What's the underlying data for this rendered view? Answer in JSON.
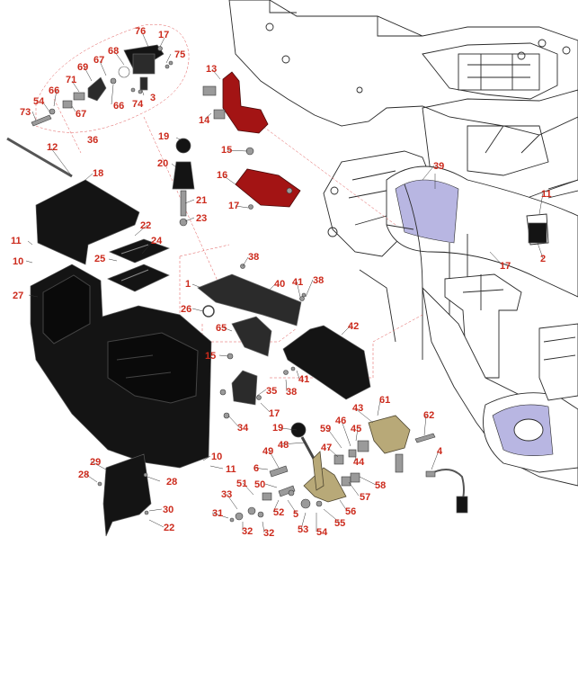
{
  "diagram": {
    "callout_color": "#cc2a1c",
    "part_numbers": [
      "76",
      "17",
      "68",
      "75",
      "67",
      "69",
      "71",
      "3",
      "66",
      "74",
      "54",
      "66",
      "73",
      "67",
      "36",
      "13",
      "14",
      "12",
      "19",
      "15",
      "20",
      "16",
      "18",
      "21",
      "23",
      "17",
      "22",
      "11",
      "24",
      "10",
      "25",
      "27",
      "38",
      "40",
      "41",
      "38",
      "1",
      "26",
      "65",
      "42",
      "15",
      "35",
      "41",
      "38",
      "17",
      "34",
      "39",
      "11",
      "2",
      "17",
      "43",
      "61",
      "62",
      "59",
      "46",
      "45",
      "19",
      "48",
      "47",
      "44",
      "49",
      "4",
      "10",
      "11",
      "6",
      "50",
      "58",
      "29",
      "28",
      "28",
      "51",
      "57",
      "33",
      "52",
      "56",
      "31",
      "5",
      "55",
      "30",
      "22",
      "32",
      "32",
      "53",
      "54"
    ]
  }
}
